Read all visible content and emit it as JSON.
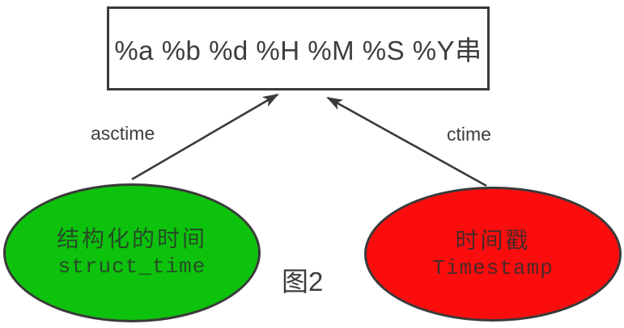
{
  "format_box": {
    "label": "%a %b %d %H %M %S %Y串"
  },
  "edges": {
    "asctime": {
      "label": "asctime"
    },
    "ctime": {
      "label": "ctime"
    }
  },
  "nodes": {
    "struct_time": {
      "title": "结构化的时间",
      "subtitle": "struct_time",
      "fill": "#0dc20d"
    },
    "timestamp": {
      "title": "时间戳",
      "subtitle": "Timestamp",
      "fill": "#fb0d0d"
    }
  },
  "caption": "图2",
  "colors": {
    "stroke": "#3a3a3a",
    "text": "#3d3d3d",
    "background": "#ffffff"
  }
}
